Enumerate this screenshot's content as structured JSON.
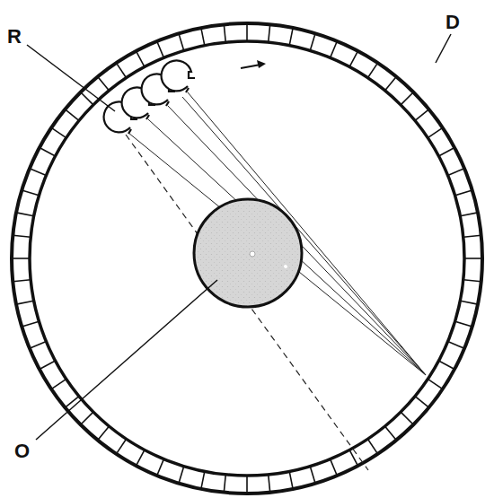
{
  "diagram": {
    "labels": [
      "R",
      "D",
      "O"
    ]
  }
}
